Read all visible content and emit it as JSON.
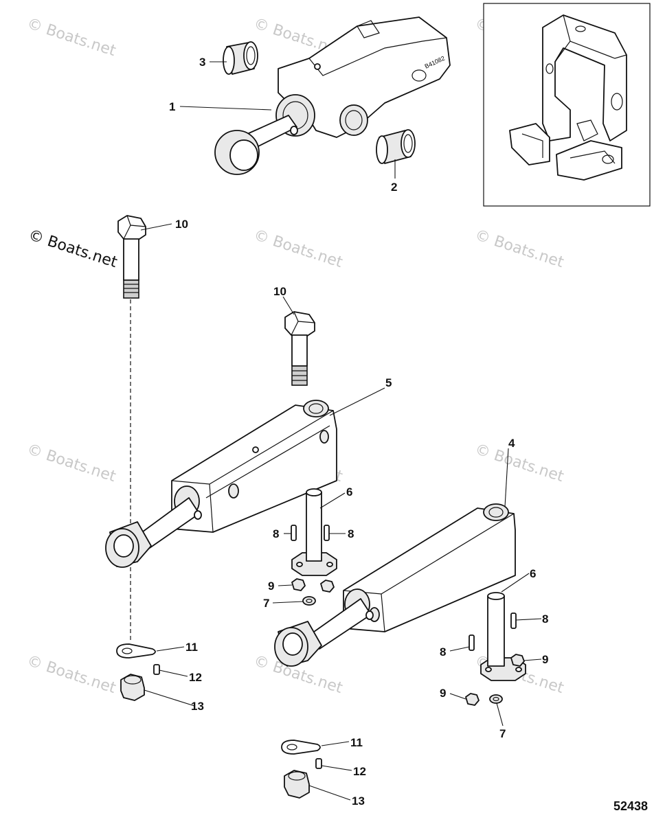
{
  "diagram": {
    "doc_number": "52438",
    "stamp_text": "B41082",
    "watermark_main": "© Boats.net",
    "watermark_repeat": "© Boats.net",
    "callouts": {
      "c1": "1",
      "c2": "2",
      "c3": "3",
      "c4": "4",
      "c5": "5",
      "c6a": "6",
      "c6b": "6",
      "c7a": "7",
      "c7b": "7",
      "c8a": "8",
      "c8b": "8",
      "c8c": "8",
      "c8d": "8",
      "c9a": "9",
      "c9b": "9",
      "c9c": "9",
      "c10a": "10",
      "c10b": "10",
      "c11a": "11",
      "c11b": "11",
      "c12a": "12",
      "c12b": "12",
      "c13a": "13",
      "c13b": "13"
    }
  }
}
